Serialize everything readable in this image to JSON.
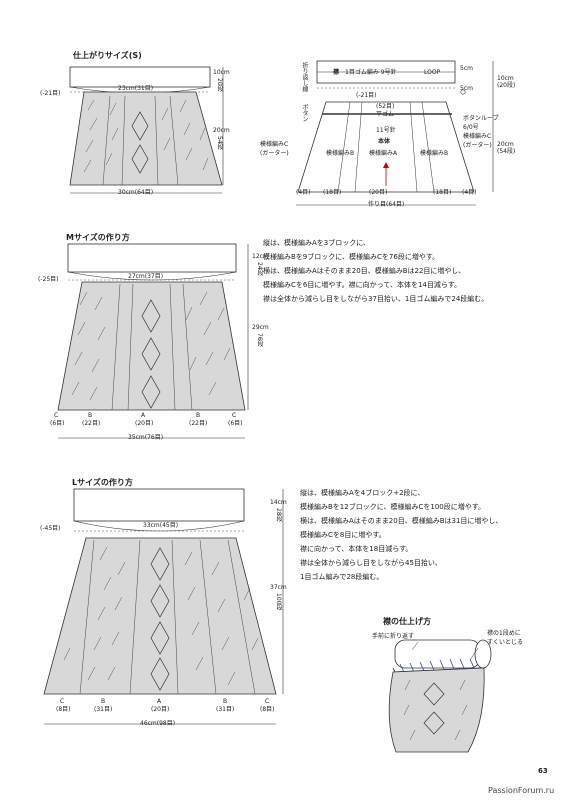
{
  "s": {
    "title": "仕上がりサイズ(S)",
    "dec": "(-21目)",
    "top_w": "23cm(31目)",
    "bot_w": "30cm(64目)",
    "band_h": "10cm",
    "band_rows": "20段",
    "body_h": "20cm",
    "body_rows": "54段"
  },
  "schem": {
    "band": "襟",
    "band_rib": "1目ゴム編み 9号針",
    "loop": "LOOP",
    "fold": "折り返し線",
    "button": "ボタン",
    "dec": "(-21目)",
    "st52": "(52目)",
    "hiramen": "平ゴム",
    "needle": "11号針",
    "body": "本体",
    "pat_a": "模様編みA",
    "pat_b1": "模様編みB",
    "pat_b2": "模様編みB",
    "pat_c1": "模様編みC",
    "garter1": "(ガーター)",
    "pat_c2": "模様編みC",
    "garter2": "(ガーター)",
    "btn_loop": "ボタンループ",
    "btn_needle": "6/0号",
    "c4l": "(4目)",
    "c18l": "(18目)",
    "c20": "(20目)",
    "c18r": "(18目)",
    "c4r": "(4目)",
    "cast": "作り目(64目)",
    "h5a": "5cm",
    "h5b": "5cm",
    "h10": "10cm",
    "h10r": "(20段)",
    "h20": "20cm",
    "h20r": "(54段)"
  },
  "m": {
    "title": "Mサイズの作り方",
    "dec": "(-25目)",
    "top_w": "27cm(37目)",
    "band_h": "12cm",
    "band_rows": "24段",
    "body_h": "29cm",
    "body_rows": "76段",
    "bot_w": "35cm(76目)",
    "cols": [
      {
        "l": "C",
        "c": "(6目)"
      },
      {
        "l": "B",
        "c": "(22目)"
      },
      {
        "l": "A",
        "c": "(20目)"
      },
      {
        "l": "B",
        "c": "(22目)"
      },
      {
        "l": "C",
        "c": "(6目)"
      }
    ],
    "notes": [
      "縦は、模様編みAを3ブロックに、",
      "模様編みBを9ブロックに、模様編みCを76段に増やす。",
      "横は、模様編みAはそのまま20目、模様編みBは22目に増やし、",
      "模様編みCを6目に増やす。襟に向かって、本体を14目減らす。",
      "襟は全体から減らし目をしながら37目拾い、1目ゴム編みで24段編む。"
    ]
  },
  "l": {
    "title": "Lサイズの作り方",
    "dec": "(-45目)",
    "top_w": "33cm(45目)",
    "band_h": "14cm",
    "band_rows": "28段",
    "body_h": "37cm",
    "body_rows": "100段",
    "bot_w": "46cm(98目)",
    "cols": [
      {
        "l": "C",
        "c": "(8目)"
      },
      {
        "l": "B",
        "c": "(31目)"
      },
      {
        "l": "A",
        "c": "(20目)"
      },
      {
        "l": "B",
        "c": "(31目)"
      },
      {
        "l": "C",
        "c": "(8目)"
      }
    ],
    "notes": [
      "縦は、模様編みAを4ブロック+2段に、",
      "模様編みBを12ブロックに、模様編みCを100段に増やす。",
      "横は、模様編みAはそのまま20目、模様編みBは31目に増やし、",
      "模様編みCを8目に増やす。",
      "襟に向かって、本体を18目減らす。",
      "襟は全体から減らし目をしながら45目拾い、",
      "1目ゴム編みで28段編む。"
    ]
  },
  "finish": {
    "title": "襟の仕上げ方",
    "fold": "手前に折り返す",
    "tip1": "襟の1段めに",
    "tip2": "すくいとじる"
  },
  "page_number": "63",
  "watermark": "PassionForum.ru"
}
